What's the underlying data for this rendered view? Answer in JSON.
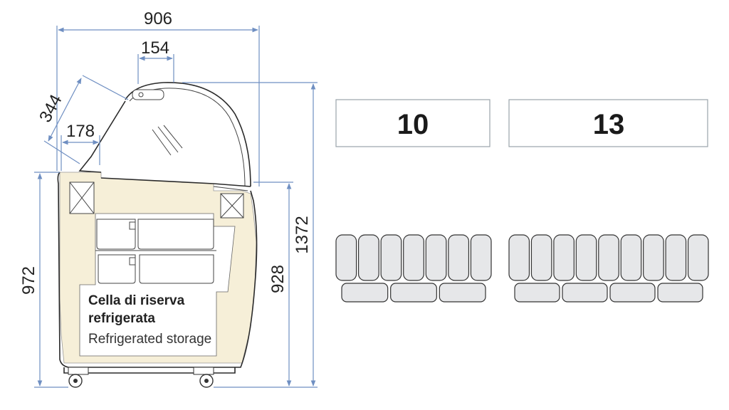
{
  "dimensions": {
    "width_total": "906",
    "glass_top": "154",
    "glass_angle": "344",
    "front_shelf": "178",
    "height_left": "972",
    "height_counter": "928",
    "height_total": "1372"
  },
  "storage_label": {
    "line1": "Cella di riserva",
    "line2": "refrigerata",
    "line3": "Refrigerated storage"
  },
  "configurations": [
    {
      "count": "10",
      "front_tubs": 7,
      "back_tubs": 3
    },
    {
      "count": "13",
      "front_tubs": 9,
      "back_tubs": 4
    }
  ],
  "colors": {
    "dimension_line": "#6f8fc2",
    "insulation": "#f6efd8",
    "tub_fill": "#e6e7e9"
  }
}
